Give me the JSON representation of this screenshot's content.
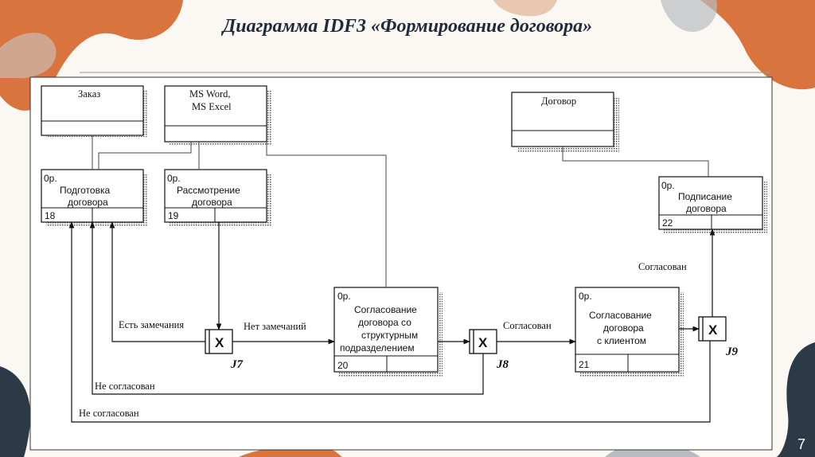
{
  "title": "Диаграмма IDF3 «Формирование договора»",
  "page_number": "7",
  "colors": {
    "orange": "#d9743e",
    "dark": "#2c3a47",
    "gray": "#b8bcc0",
    "background": "#fbf7f2"
  },
  "objects": {
    "order": {
      "label": "Заказ"
    },
    "ms_office": {
      "line1": "MS Word,",
      "line2": "MS Excel"
    },
    "contract": {
      "label": "Договор"
    }
  },
  "units": {
    "u18": {
      "prefix": "0р.",
      "line1": "Подготовка",
      "line2": "договора",
      "number": "18"
    },
    "u19": {
      "prefix": "0р.",
      "line1": "Рассмотрение",
      "line2": "договора",
      "number": "19"
    },
    "u20": {
      "prefix": "0р.",
      "line1": "Согласование",
      "line2": "договора со",
      "line3": "структурным",
      "line4": "подразделением",
      "number": "20"
    },
    "u21": {
      "prefix": "0р.",
      "line1": "Согласование",
      "line2": "договора",
      "line3": "с клиентом",
      "number": "21"
    },
    "u22": {
      "prefix": "0р.",
      "line1": "Подписание",
      "line2": "договора",
      "number": "22"
    }
  },
  "junctions": {
    "j7": {
      "symbol": "X",
      "label": "J7"
    },
    "j8": {
      "symbol": "X",
      "label": "J8"
    },
    "j9": {
      "symbol": "X",
      "label": "J9"
    }
  },
  "links": {
    "has_remarks": "Есть замечания",
    "no_remarks": "Нет замечаний",
    "approved_1": "Согласован",
    "approved_2": "Согласован",
    "not_approved_1": "Не согласован",
    "not_approved_2": "Не согласован"
  }
}
